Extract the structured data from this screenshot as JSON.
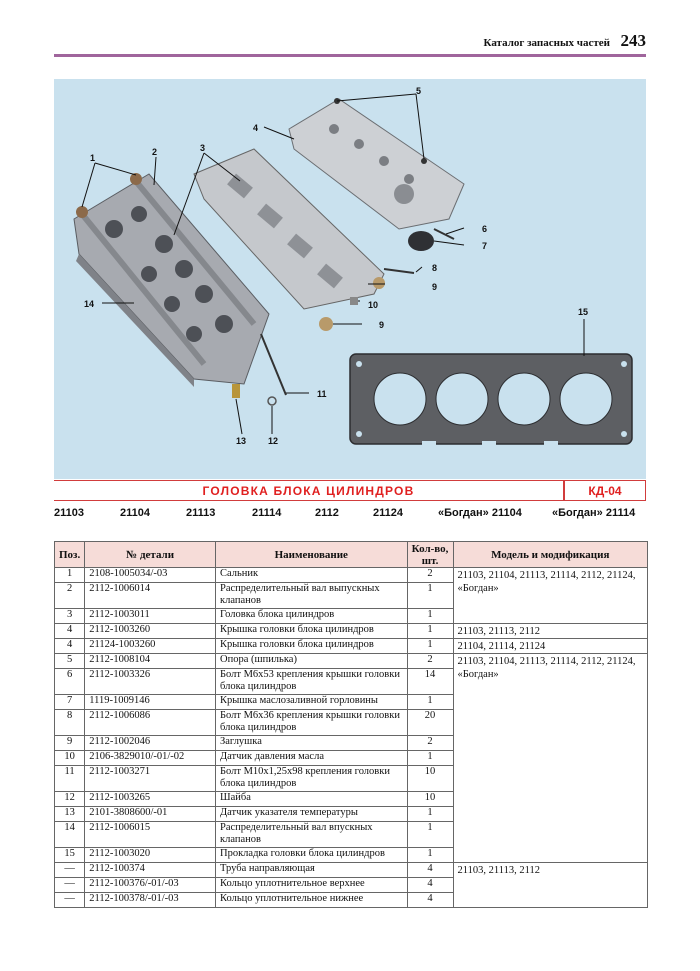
{
  "header": {
    "title": "Каталог запасных частей",
    "page_number": "243"
  },
  "figure": {
    "callouts": [
      "1",
      "2",
      "3",
      "4",
      "5",
      "6",
      "7",
      "8",
      "9",
      "10",
      "9",
      "11",
      "12",
      "13",
      "14",
      "15"
    ]
  },
  "section": {
    "title": "ГОЛОВКА БЛОКА ЦИЛИНДРОВ",
    "code": "КД-04"
  },
  "models": [
    "21103",
    "21104",
    "21113",
    "21114",
    "2112",
    "21124",
    "«Богдан» 21104",
    "«Богдан» 21114"
  ],
  "table": {
    "headers": {
      "pos": "Поз.",
      "part": "№ детали",
      "name": "Наименование",
      "qty": "Кол-во, шт.",
      "model": "Модель и модификация"
    },
    "rows": [
      {
        "pos": "1",
        "part": "2108-1005034/-03",
        "name": "Сальник",
        "qty": "2"
      },
      {
        "pos": "2",
        "part": "2112-1006014",
        "name": "Распределительный вал выпускных клапанов",
        "qty": "1"
      },
      {
        "pos": "3",
        "part": "2112-1003011",
        "name": "Головка блока цилиндров",
        "qty": "1"
      },
      {
        "pos": "4",
        "part": "2112-1003260",
        "name": "Крышка головки блока цилиндров",
        "qty": "1"
      },
      {
        "pos": "4",
        "part": "21124-1003260",
        "name": "Крышка головки блока цилиндров",
        "qty": "1"
      },
      {
        "pos": "5",
        "part": "2112-1008104",
        "name": "Опора (шпилька)",
        "qty": "2"
      },
      {
        "pos": "6",
        "part": "2112-1003326",
        "name": "Болт М6х53 крепления крышки головки блока цилиндров",
        "qty": "14"
      },
      {
        "pos": "7",
        "part": "1119-1009146",
        "name": "Крышка маслозаливной горловины",
        "qty": "1"
      },
      {
        "pos": "8",
        "part": "2112-1006086",
        "name": "Болт М6х36 крепления крышки головки блока цилиндров",
        "qty": "20"
      },
      {
        "pos": "9",
        "part": "2112-1002046",
        "name": "Заглушка",
        "qty": "2"
      },
      {
        "pos": "10",
        "part": "2106-3829010/-01/-02",
        "name": "Датчик давления масла",
        "qty": "1"
      },
      {
        "pos": "11",
        "part": "2112-1003271",
        "name": "Болт М10х1,25х98 крепления головки блока цилиндров",
        "qty": "10"
      },
      {
        "pos": "12",
        "part": "2112-1003265",
        "name": "Шайба",
        "qty": "10"
      },
      {
        "pos": "13",
        "part": "2101-3808600/-01",
        "name": "Датчик указателя температуры",
        "qty": "1"
      },
      {
        "pos": "14",
        "part": "2112-1006015",
        "name": "Распределительный вал впускных клапанов",
        "qty": "1"
      },
      {
        "pos": "15",
        "part": "2112-1003020",
        "name": "Прокладка головки блока цилиндров",
        "qty": "1"
      },
      {
        "pos": "—",
        "part": "2112-100374",
        "name": "Труба направляющая",
        "qty": "4"
      },
      {
        "pos": "—",
        "part": "2112-100376/-01/-03",
        "name": "Кольцо уплотнительное верхнее",
        "qty": "4"
      },
      {
        "pos": "—",
        "part": "2112-100378/-01/-03",
        "name": "Кольцо уплотнительное нижнее",
        "qty": "4"
      }
    ],
    "model_groups": [
      "21103, 21104, 21113, 21114, 2112, 21124, «Богдан»",
      "21103, 21113, 2112",
      "21104, 21114, 21124",
      "21103, 21104, 21113, 21114, 2112, 21124, «Богдан»",
      "21103, 21113, 2112"
    ]
  },
  "colors": {
    "accent_line": "#a0659c",
    "section_red": "#e02020",
    "table_header_bg": "#f6dcd8",
    "figure_bg": "#c9e1ee"
  }
}
